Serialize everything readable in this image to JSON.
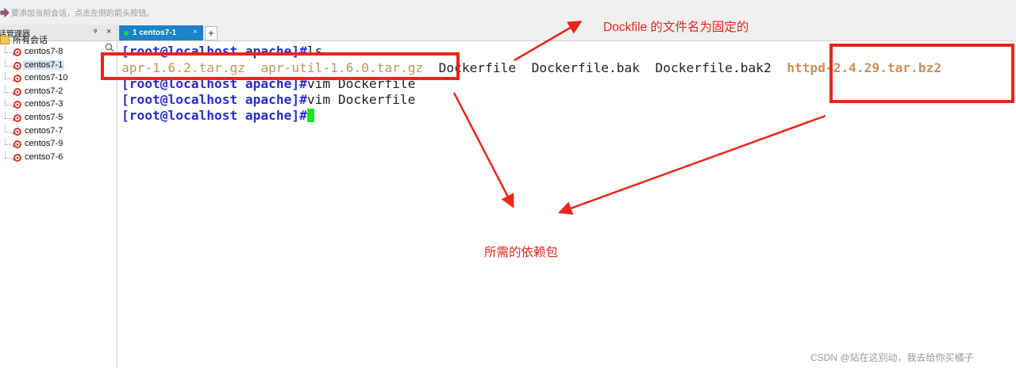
{
  "hint_bar": {
    "text": "要添加当前会话，点击左侧的箭头按钮。",
    "icon": "arrow-icon"
  },
  "session_panel": {
    "title": "话管理器",
    "pin_icon": "pin-icon",
    "close_icon": "close-icon",
    "root_label": "所有会话",
    "sessions": [
      {
        "label": "centos7-8",
        "selected": false
      },
      {
        "label": "centos7-1",
        "selected": true
      },
      {
        "label": "centos7-10",
        "selected": false
      },
      {
        "label": "centos7-2",
        "selected": false
      },
      {
        "label": "centos7-3",
        "selected": false
      },
      {
        "label": "centos7-5",
        "selected": false
      },
      {
        "label": "centos7-7",
        "selected": false
      },
      {
        "label": "centos7-9",
        "selected": false
      },
      {
        "label": "centso7-6",
        "selected": false
      }
    ]
  },
  "tabs": {
    "active_label": "1 centos7-1",
    "close_glyph": "×",
    "add_glyph": "+"
  },
  "terminal": {
    "prompt": "[root@localhost apache]#",
    "lines": [
      {
        "prompt": "[root@localhost apache]#",
        "command": "ls"
      },
      {
        "prompt": "[root@localhost apache]#",
        "command": "vim Dockerfile"
      },
      {
        "prompt": "[root@localhost apache]#",
        "command": "vim Dockerfile"
      },
      {
        "prompt": "[root@localhost apache]#",
        "command": ""
      }
    ],
    "ls_output": {
      "apr": "apr-1.6.2.tar.gz",
      "apr_util": "apr-util-1.6.0.tar.gz",
      "dockerfile": "Dockerfile",
      "dockerfile_bak": "Dockerfile.bak",
      "dockerfile_bak2": "Dockerfile.bak2",
      "httpd": "httpd-2.4.29.tar.bz2"
    }
  },
  "annotations": {
    "dockerfile_note": "Dockfile 的文件名为固定的",
    "deps_note": "所需的依赖包",
    "color": "#e8261c"
  },
  "colors": {
    "prompt": "#2b2bd6",
    "archive": "#c8915a",
    "tab_active": "#1a83c9",
    "cursor": "#22e322"
  },
  "watermark": "CSDN @站在这别动，我去给你买橘子"
}
